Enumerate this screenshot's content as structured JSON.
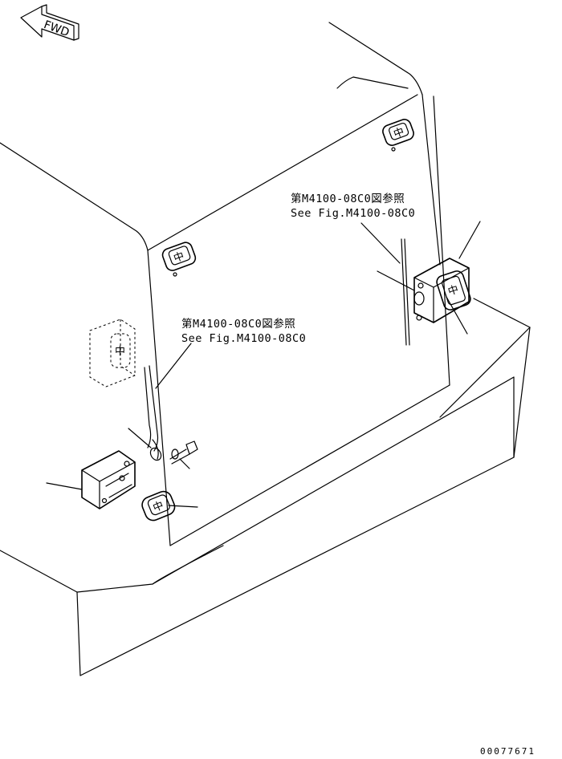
{
  "direction_label": "FWD",
  "callouts": [
    {
      "id": "upper",
      "line1": "第M4100-08C0図参照",
      "line2": "See Fig.M4100-08C0"
    },
    {
      "id": "lower",
      "line1": "第M4100-08C0図参照",
      "line2": "See Fig.M4100-08C0"
    }
  ],
  "lamp_glyph": "中",
  "drawing_id": "00077671"
}
